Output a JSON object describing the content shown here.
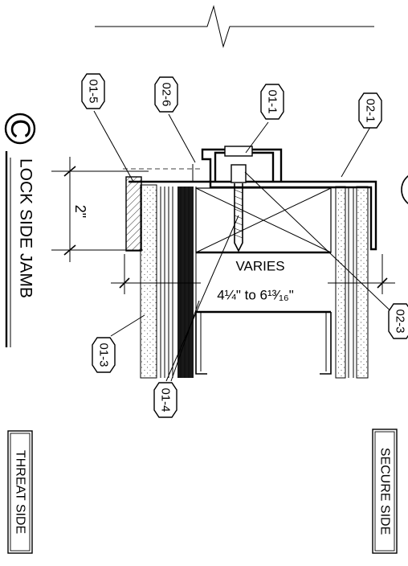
{
  "title": "LOCK SIDE JAMB",
  "detail_letter": "C",
  "dimension_2in": "2\"",
  "varies_label": "VARIES",
  "range_label": "4¼\" to 6¹³⁄₁₆\"",
  "threat_side": "THREAT SIDE",
  "secure_side": "SECURE SIDE",
  "tags": {
    "t01_5": "01-5",
    "t02_6": "02-6",
    "t01_1": "01-1",
    "t02_1": "02-1",
    "t01_3": "01-3",
    "t01_4": "01-4",
    "t02_3": "02-3"
  }
}
